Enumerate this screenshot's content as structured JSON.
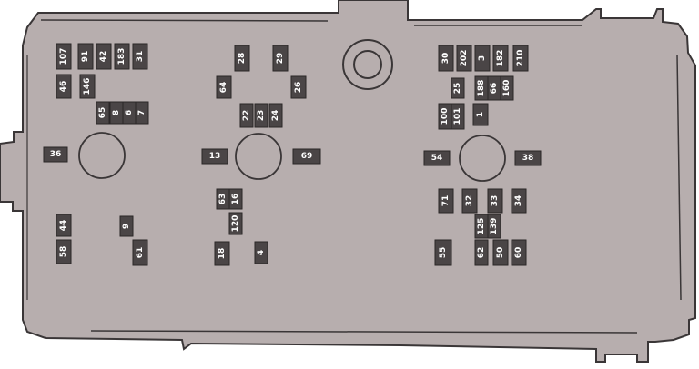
{
  "diagram": {
    "colors": {
      "housing_fill": "#b7aeae",
      "housing_stroke": "#3a3637",
      "fuse_fill": "#4a4546",
      "fuse_text": "#ffffff",
      "relay_circle_stroke": "#3a3637"
    },
    "fuses": [
      {
        "label": "107"
      },
      {
        "label": "91"
      },
      {
        "label": "42"
      },
      {
        "label": "183"
      },
      {
        "label": "31"
      },
      {
        "label": "46"
      },
      {
        "label": "146"
      },
      {
        "label": "65"
      },
      {
        "label": "8"
      },
      {
        "label": "6"
      },
      {
        "label": "7"
      },
      {
        "label": "36"
      },
      {
        "label": "44"
      },
      {
        "label": "9"
      },
      {
        "label": "58"
      },
      {
        "label": "61"
      },
      {
        "label": "28"
      },
      {
        "label": "29"
      },
      {
        "label": "64"
      },
      {
        "label": "26"
      },
      {
        "label": "22"
      },
      {
        "label": "23"
      },
      {
        "label": "24"
      },
      {
        "label": "13"
      },
      {
        "label": "69"
      },
      {
        "label": "63"
      },
      {
        "label": "16"
      },
      {
        "label": "120"
      },
      {
        "label": "18"
      },
      {
        "label": "4"
      },
      {
        "label": "30"
      },
      {
        "label": "202"
      },
      {
        "label": "3"
      },
      {
        "label": "182"
      },
      {
        "label": "210"
      },
      {
        "label": "25"
      },
      {
        "label": "188"
      },
      {
        "label": "66"
      },
      {
        "label": "160"
      },
      {
        "label": "100"
      },
      {
        "label": "101"
      },
      {
        "label": "1"
      },
      {
        "label": "54"
      },
      {
        "label": "38"
      },
      {
        "label": "71"
      },
      {
        "label": "32"
      },
      {
        "label": "33"
      },
      {
        "label": "34"
      },
      {
        "label": "125"
      },
      {
        "label": "139"
      },
      {
        "label": "55"
      },
      {
        "label": "62"
      },
      {
        "label": "50"
      },
      {
        "label": "60"
      }
    ]
  }
}
